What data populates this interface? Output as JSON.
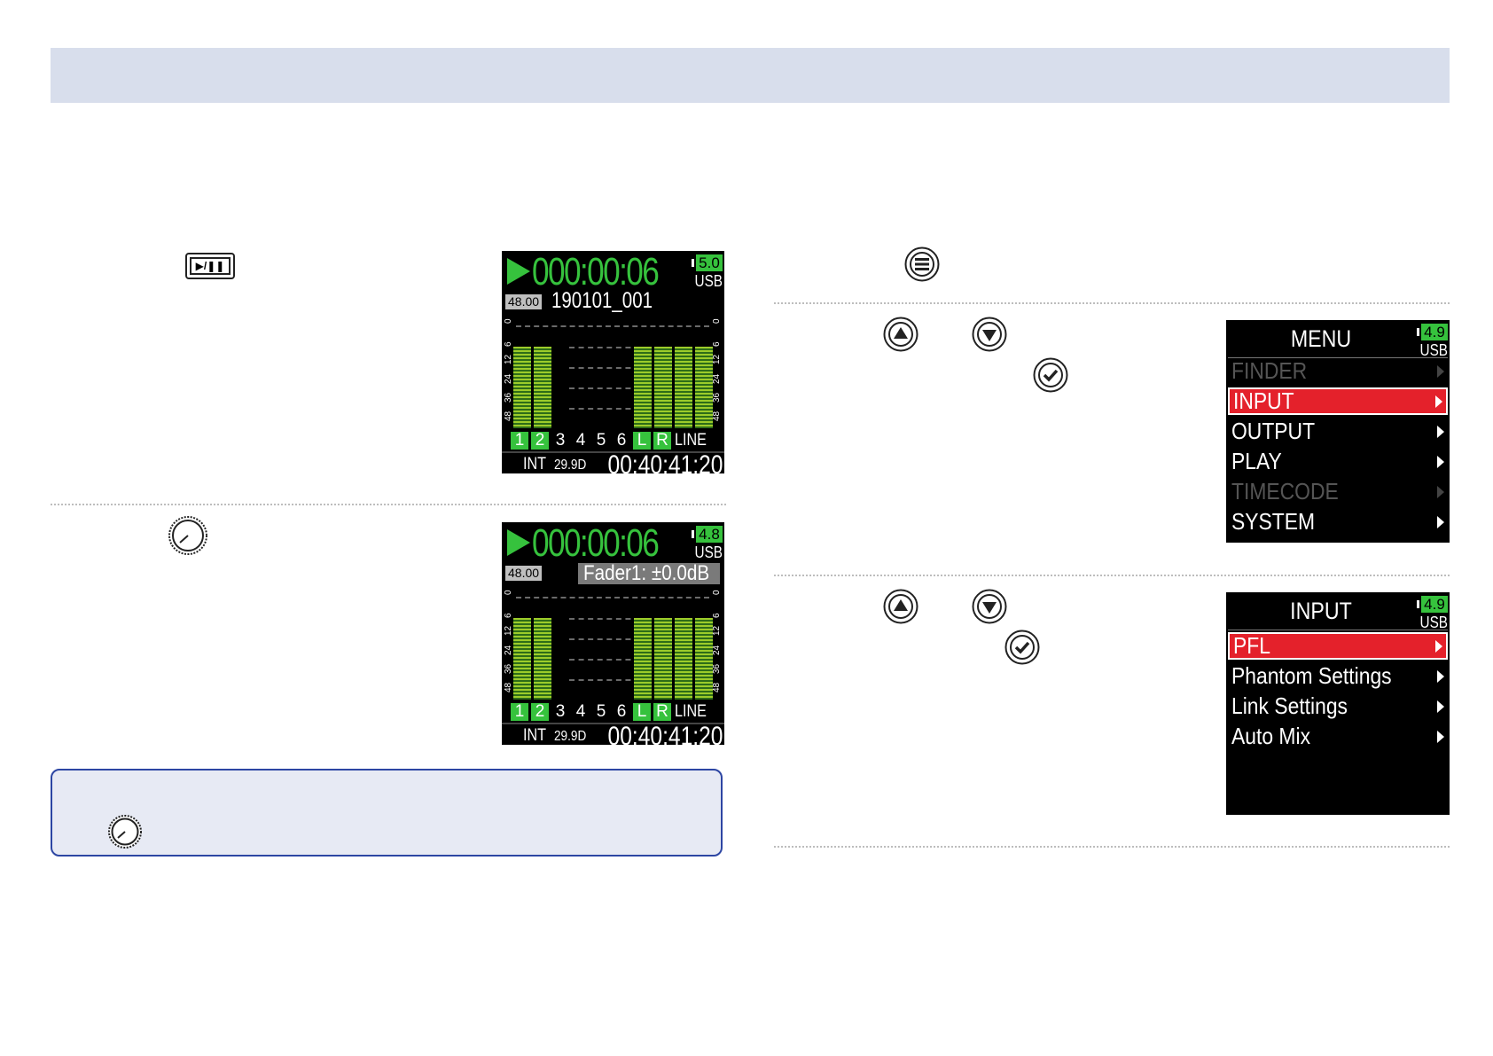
{
  "play_screen": {
    "time": "000:00:06",
    "battery": "5.0",
    "power": "USB",
    "sample_rate": "48.00",
    "file_name": "190101_001",
    "scale_labels": [
      "48",
      "36",
      "24",
      "12",
      "6",
      "0"
    ],
    "channels": [
      "1",
      "2",
      "3",
      "4",
      "5",
      "6",
      "L",
      "R"
    ],
    "line_label": "LINE",
    "tc_source": "INT",
    "frame_rate": "29.9D",
    "timecode": "00:40:41:20"
  },
  "fader_screen": {
    "time": "000:00:06",
    "battery": "4.8",
    "power": "USB",
    "sample_rate": "48.00",
    "fader_text": "Fader1: ±0.0dB",
    "scale_labels": [
      "48",
      "36",
      "24",
      "12",
      "6",
      "0"
    ],
    "channels": [
      "1",
      "2",
      "3",
      "4",
      "5",
      "6",
      "L",
      "R"
    ],
    "line_label": "LINE",
    "tc_source": "INT",
    "frame_rate": "29.9D",
    "timecode": "00:40:41:20"
  },
  "menu_screen": {
    "title": "MENU",
    "battery": "4.9",
    "power": "USB",
    "items": [
      {
        "label": "FINDER",
        "state": "dim"
      },
      {
        "label": "INPUT",
        "state": "selected"
      },
      {
        "label": "OUTPUT",
        "state": "normal"
      },
      {
        "label": "PLAY",
        "state": "normal"
      },
      {
        "label": "TIMECODE",
        "state": "dim"
      },
      {
        "label": "SYSTEM",
        "state": "normal"
      }
    ]
  },
  "input_screen": {
    "title": "INPUT",
    "battery": "4.9",
    "power": "USB",
    "items": [
      {
        "label": "PFL",
        "state": "selected"
      },
      {
        "label": "Phantom Settings",
        "state": "normal"
      },
      {
        "label": "Link Settings",
        "state": "normal"
      },
      {
        "label": "Auto Mix",
        "state": "normal"
      }
    ]
  },
  "icons": [
    "play-pause-key-icon",
    "fader-knob-icon",
    "menu-key-icon",
    "up-key-icon",
    "down-key-icon",
    "enter-key-icon"
  ],
  "colors": {
    "header_band": "#d8deec",
    "screen_green": "#36c23d",
    "menu_select": "#e4212b",
    "note_border": "#2d46a3"
  }
}
